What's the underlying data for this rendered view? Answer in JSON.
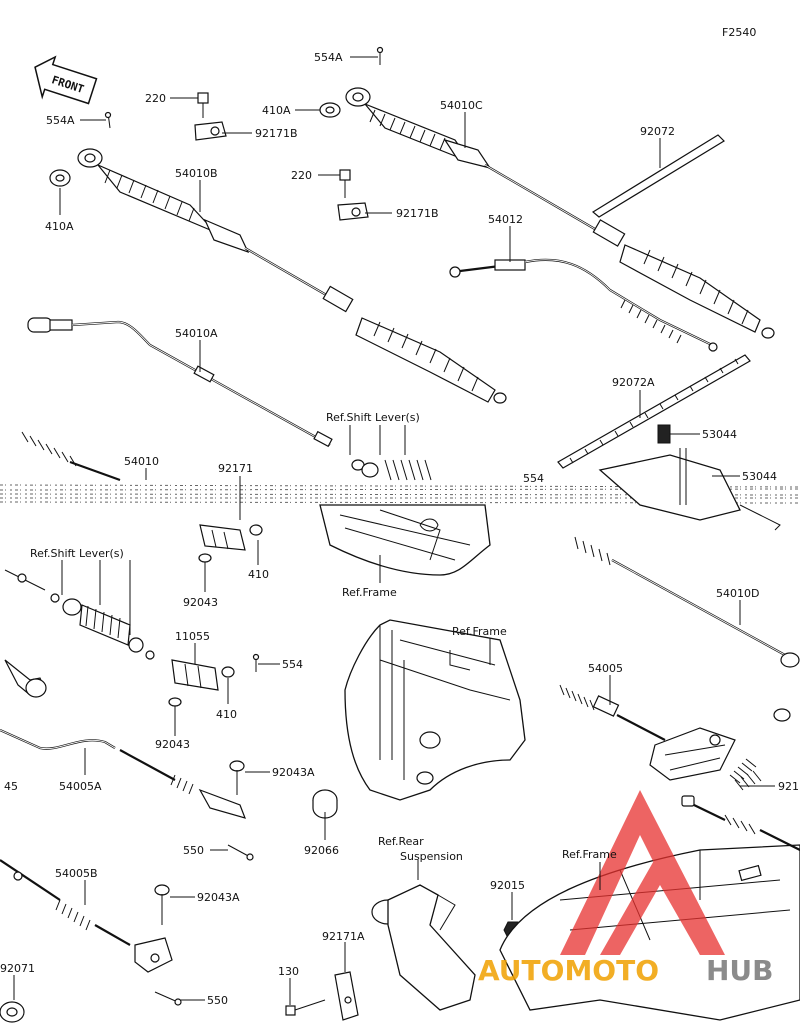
{
  "header": {
    "figure_code": "F2540"
  },
  "front_badge": {
    "text": "FRONT"
  },
  "labels": {
    "p554A_top": "554A",
    "p554A_left": "554A",
    "p220_a": "220",
    "p220_b": "220",
    "p410A_a": "410A",
    "p410A_b": "410A",
    "p92171B_a": "92171B",
    "p92171B_b": "92171B",
    "p54010C": "54010C",
    "p92072": "92072",
    "p54010B": "54010B",
    "p54012": "54012",
    "p54010A": "54010A",
    "p92072A": "92072A",
    "ref_shift_top": "Ref.Shift Lever(s)",
    "p53044_a": "53044",
    "p53044_b": "53044",
    "p54010": "54010",
    "p92171": "92171",
    "p554_right": "554",
    "ref_frame_1": "Ref.Frame",
    "p410_a": "410",
    "p92043_a": "92043",
    "ref_shift_left": "Ref.Shift Lever(s)",
    "p11055": "11055",
    "p554_mid": "554",
    "p54010D": "54010D",
    "ref_frame_2": "Ref.Frame",
    "p410_b": "410",
    "p54005": "54005",
    "p92043_b": "92043",
    "p92043A_a": "92043A",
    "p45": "45",
    "p54005A": "54005A",
    "p92_cut": "921",
    "p550_a": "550",
    "p92066": "92066",
    "ref_rear_a": "Ref.Rear",
    "ref_rear_b": "Suspension",
    "ref_frame_3": "Ref.Frame",
    "p54005B": "54005B",
    "p92043A_b": "92043A",
    "p92015": "92015",
    "p92171A": "92171A",
    "p92071": "92071",
    "p130": "130",
    "p550_b": "550"
  },
  "watermark": {
    "part1": "AUTOMOTO",
    "part2": "HUB",
    "color1": "#f0a000",
    "color2": "#777777",
    "logo_color": "#e8312f"
  }
}
